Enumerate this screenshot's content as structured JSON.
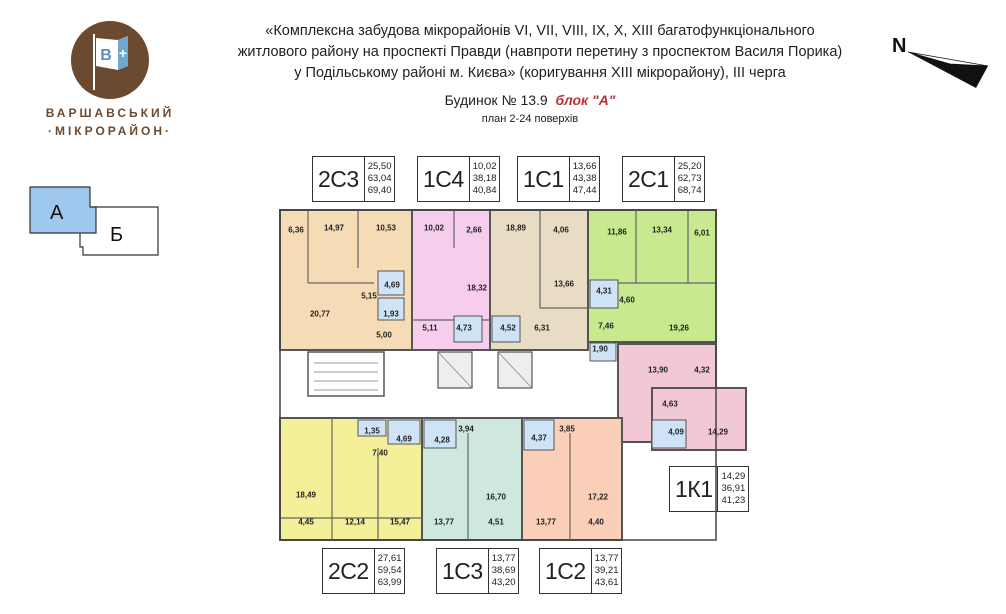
{
  "brand": {
    "line1": "ВАРШАВСЬКИЙ",
    "line2": "·МІКРОРАЙОН·",
    "logo_letter": "B",
    "logo_plus": "+",
    "color": "#6b4a2f"
  },
  "title": {
    "line1": "«Комплексна забудова мікрорайонів VI, VII, VIII, IX, X, XIII багатофункціонального",
    "line2": "житлового району на проспекті Правди (навпроти перетину з проспектом Василя Порика)",
    "line3": "у Подільському районі м. Києва» (коригування XIII мікрорайону), III черга"
  },
  "building": {
    "label": "Будинок № 13.9",
    "block": "блок \"А\"",
    "plan": "план 2-24 поверхів"
  },
  "compass": {
    "letter": "N"
  },
  "block_selector": {
    "a": "А",
    "b": "Б"
  },
  "apartments": [
    {
      "code": "2С3",
      "values": [
        "25,50",
        "63,04",
        "69,40"
      ]
    },
    {
      "code": "1С4",
      "values": [
        "10,02",
        "38,18",
        "40,84"
      ]
    },
    {
      "code": "1С1",
      "values": [
        "13,66",
        "43,38",
        "47,44"
      ]
    },
    {
      "code": "2С1",
      "values": [
        "25,20",
        "62,73",
        "68,74"
      ]
    },
    {
      "code": "1К1",
      "values": [
        "14,29",
        "36,91",
        "41,23"
      ]
    },
    {
      "code": "2С2",
      "values": [
        "27,61",
        "59,54",
        "63,99"
      ]
    },
    {
      "code": "1С3",
      "values": [
        "13,77",
        "38,69",
        "43,20"
      ]
    },
    {
      "code": "1С2",
      "values": [
        "13,77",
        "39,21",
        "43,61"
      ]
    }
  ],
  "rooms": [
    "6,36",
    "14,97",
    "10,53",
    "10,02",
    "2,66",
    "18,89",
    "4,06",
    "11,86",
    "13,34",
    "6,01",
    "4,69",
    "5,15",
    "20,77",
    "1,93",
    "5,00",
    "18,32",
    "5,11",
    "4,73",
    "4,52",
    "6,31",
    "13,66",
    "4,31",
    "4,60",
    "7,46",
    "19,26",
    "1,90",
    "13,90",
    "4,32",
    "4,63",
    "4,09",
    "14,29",
    "1,35",
    "4,69",
    "7,40",
    "18,49",
    "4,45",
    "12,14",
    "15,47",
    "4,28",
    "3,94",
    "16,70",
    "13,77",
    "4,51",
    "4,37",
    "3,85",
    "17,22",
    "13,77",
    "4,40"
  ],
  "colors": {
    "c2S3": "#f6dcb6",
    "c1S4": "#f6cdec",
    "c1S1": "#e9dcc4",
    "c2S1": "#c9e98f",
    "c1K1": "#f2c8d4",
    "c2S2": "#f4f099",
    "c1S3": "#cfe8dd",
    "c1S2": "#fbcfb7"
  }
}
